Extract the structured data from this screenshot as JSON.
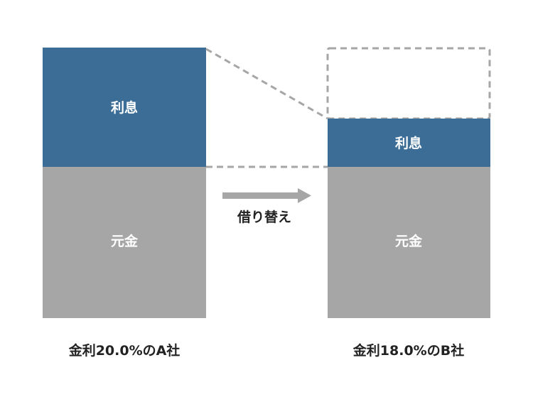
{
  "left_stack": {
    "interest_label": "利息",
    "principal_label": "元金",
    "caption": "金利20.0%のA社"
  },
  "right_stack": {
    "interest_label": "利息",
    "principal_label": "元金",
    "caption": "金利18.0%のB社"
  },
  "arrow": {
    "label": "借り替え"
  },
  "colors": {
    "interest": "#3b6d96",
    "principal": "#a6a6a6",
    "dashed": "#a6a6a6",
    "arrow": "#a6a6a6",
    "text": "#222222"
  },
  "icons": {
    "arrow": "arrow-right-icon"
  }
}
